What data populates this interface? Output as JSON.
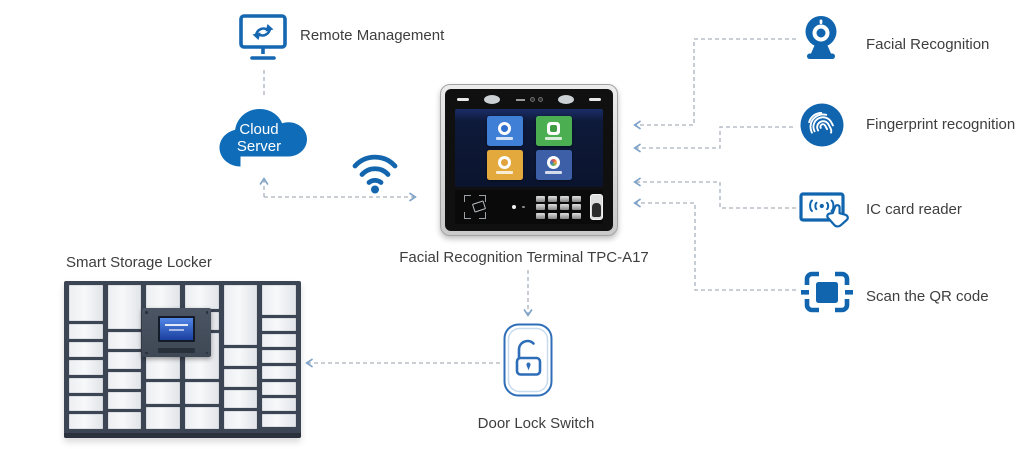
{
  "colors": {
    "accent_blue": "#1065ae",
    "cloud_blue": "#0f6cb8",
    "text": "#3e3e3e",
    "dash_line": "#a9b2bc",
    "arrowhead": "#7fa3c9"
  },
  "nodes": {
    "remote_management": {
      "label": "Remote Management"
    },
    "cloud_server": {
      "label_line1": "Cloud",
      "label_line2": "Server"
    },
    "terminal": {
      "label": "Facial Recognition Terminal TPC-A17"
    },
    "storage_locker": {
      "label": "Smart Storage Locker"
    },
    "door_lock": {
      "label": "Door Lock Switch"
    },
    "features": [
      {
        "icon": "webcam-icon",
        "label": "Facial Recognition"
      },
      {
        "icon": "fingerprint-icon",
        "label": "Fingerprint recognition"
      },
      {
        "icon": "ic-card-icon",
        "label": "IC card reader"
      },
      {
        "icon": "qr-scan-icon",
        "label": "Scan the QR code"
      }
    ]
  },
  "terminal_screen": {
    "tiles": [
      {
        "color": "#3f7fd6"
      },
      {
        "color": "#4bae50"
      },
      {
        "color": "#e3a93c"
      },
      {
        "color": "#3c5fa8"
      }
    ]
  }
}
